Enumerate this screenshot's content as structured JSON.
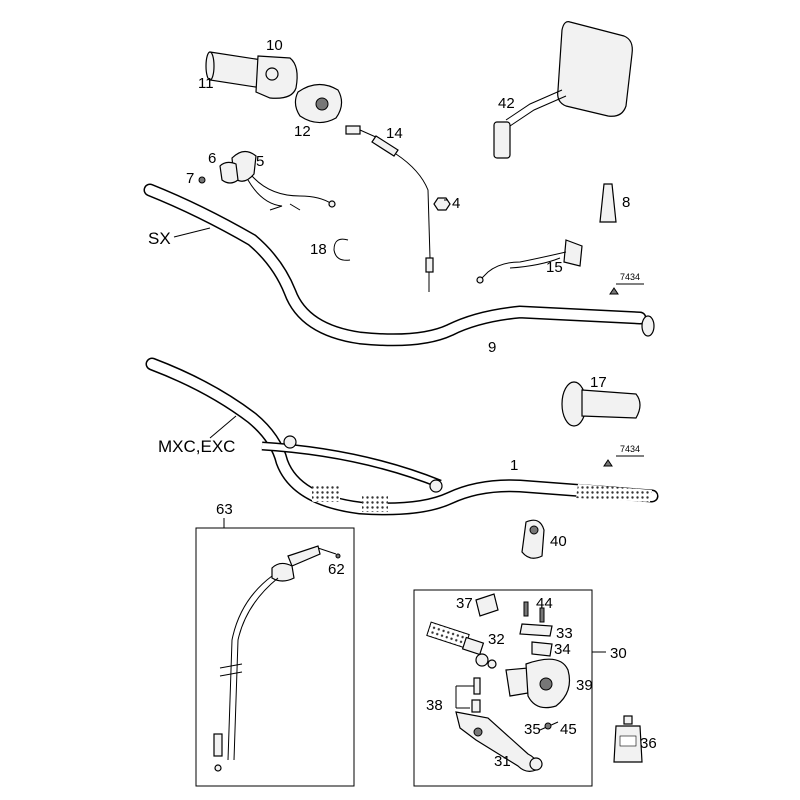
{
  "diagram": {
    "labels": {
      "p1": "1",
      "p4": "4",
      "p5": "5",
      "p6": "6",
      "p7": "7",
      "p8": "8",
      "p9": "9",
      "p10": "10",
      "p11": "11",
      "p12": "12",
      "p14": "14",
      "p15": "15",
      "p17": "17",
      "p18": "18",
      "p30": "30",
      "p31": "31",
      "p32": "32",
      "p33": "33",
      "p34": "34",
      "p35": "35",
      "p36": "36",
      "p37": "37",
      "p38": "38",
      "p39": "39",
      "p40": "40",
      "p42": "42",
      "p44": "44",
      "p45": "45",
      "p62": "62",
      "p63": "63",
      "ref1": "7434",
      "ref2": "7434",
      "sx": "SX",
      "mxc": "MXC,EXC"
    }
  }
}
